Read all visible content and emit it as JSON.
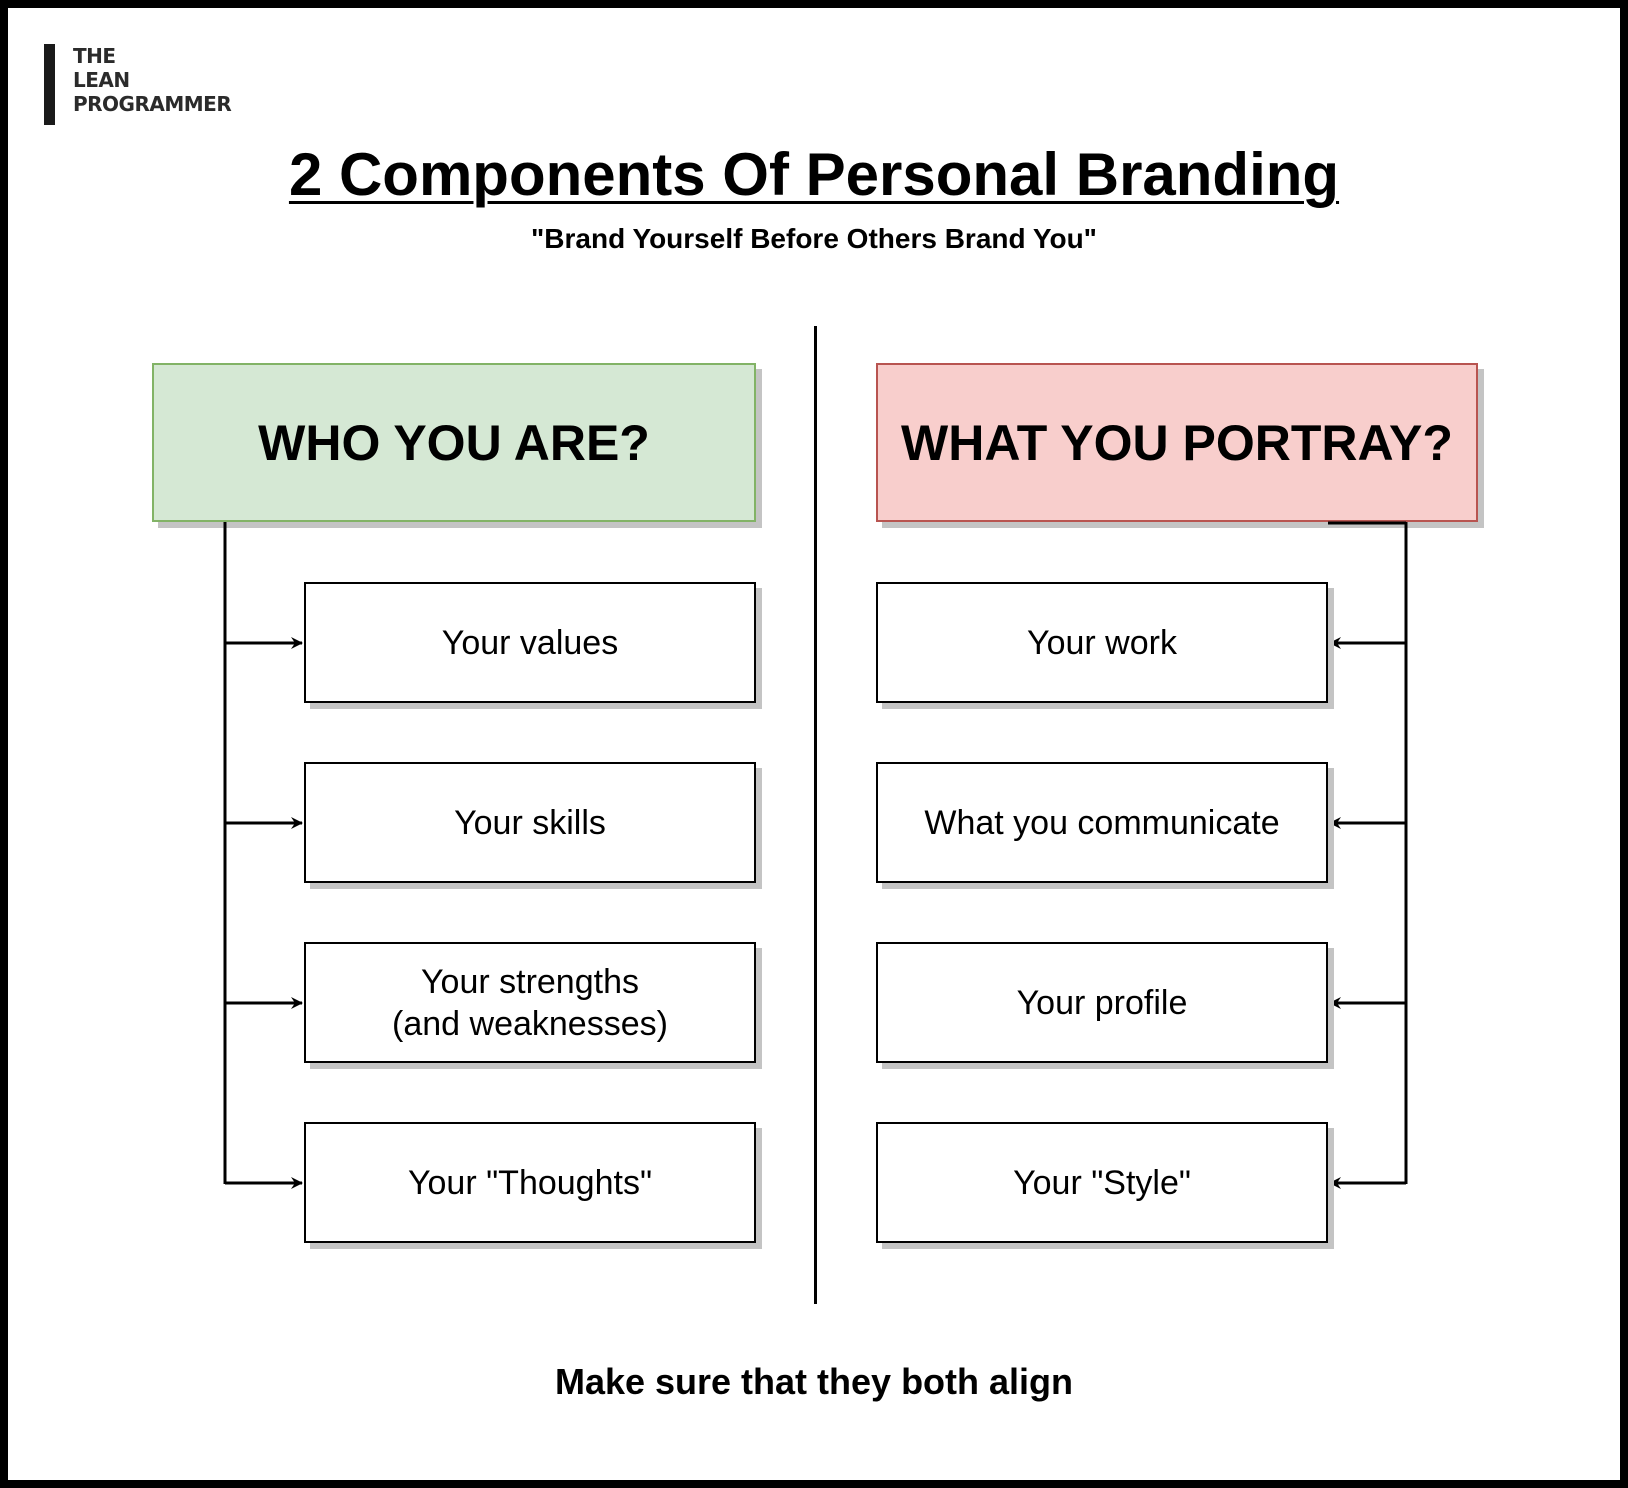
{
  "logo": {
    "line1": "THE",
    "line2": "LEAN",
    "line3": "PROGRAMMER"
  },
  "title": "2 Components Of Personal Branding",
  "subtitle": "\"Brand Yourself Before Others Brand You\"",
  "left": {
    "header": "WHO YOU ARE?",
    "color": "#d5e8d4",
    "border_color": "#82b366",
    "items": [
      "Your values",
      "Your skills",
      "Your strengths\n(and weaknesses)",
      "Your \"Thoughts\""
    ]
  },
  "right": {
    "header": "WHAT YOU PORTRAY?",
    "color": "#f8cecc",
    "border_color": "#b85450",
    "items": [
      "Your work",
      "What you communicate",
      "Your profile",
      "Your \"Style\""
    ]
  },
  "footer": "Make sure that they both align"
}
